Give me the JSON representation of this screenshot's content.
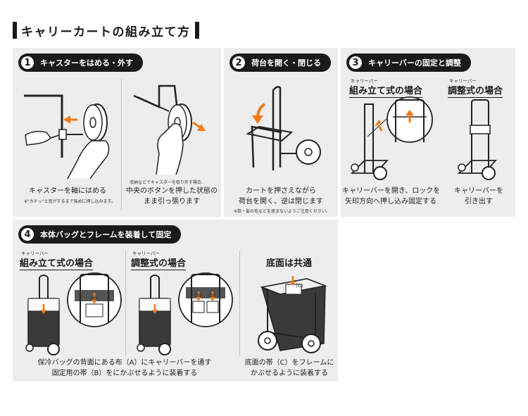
{
  "page_title": "キャリーカートの組み立て方",
  "sections": {
    "s1": {
      "number": "1",
      "title": "キャスターをはめる・外す",
      "left_caption": "キャスターを軸にはめる",
      "left_note": "※\"カチッ\"と音がするまで強めに押し込みます。",
      "right_note": "収納などでキャスターを取り外す場合、",
      "right_caption_1": "中央のボタンを押した状態の",
      "right_caption_2": "まま引っ張ります"
    },
    "s2": {
      "number": "2",
      "title": "荷台を開く・閉じる",
      "caption_1": "カートを押さえながら",
      "caption_2": "荷台を開く、逆は閉じます",
      "note": "※指・髪の毛などを挟まないようご注意ください。"
    },
    "s3": {
      "number": "3",
      "title": "キャリーバーの固定と調整",
      "left_ruby": "キャリーバー",
      "left_heading": "組み立て式の場合",
      "right_ruby": "キャリーバー",
      "right_heading": "調整式の場合",
      "left_caption_1": "キャリーバーを開き、ロックを",
      "left_caption_2": "矢印方向へ押し込み固定する",
      "right_caption_1": "キャリーバーを",
      "right_caption_2": "引き出す"
    },
    "s4": {
      "number": "4",
      "title": "本体バッグとフレームを装着して固定",
      "col1_ruby": "キャリーバー",
      "col1_heading": "組み立て式の場合",
      "col2_ruby": "キャリーバー",
      "col2_heading": "調整式の場合",
      "col3_heading": "底面は共通",
      "label_a": "(A)",
      "label_b": "(B)",
      "label_c": "(C)",
      "caption_left_1": "保冷バッグの背面にある布（A）にキャリーバーを通す",
      "caption_left_2": "固定用の帯（B）をにかぶせるように装着する",
      "caption_right_1": "底面の帯（C）をフレームに",
      "caption_right_2": "かぶせるように装着する"
    }
  },
  "colors": {
    "panel_bg": "#ededed",
    "dark": "#1a1a1a",
    "accent_orange": "#f07a1a"
  }
}
